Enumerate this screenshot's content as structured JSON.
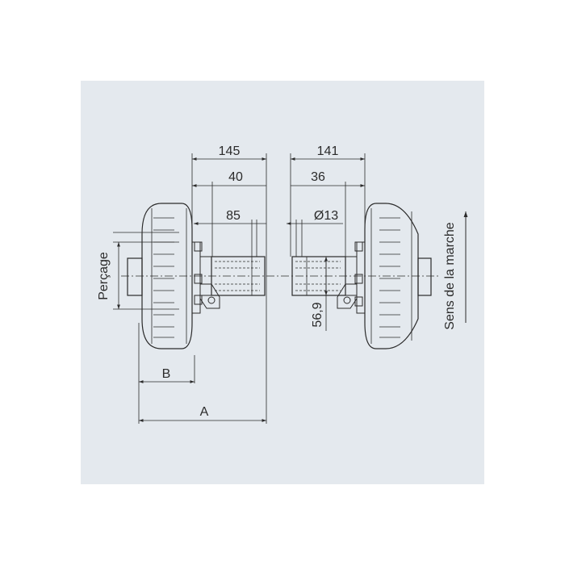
{
  "colors": {
    "panel": "#e4e9ee",
    "ink": "#2b2b2b",
    "drum": "#ffffff",
    "axle": "#ffffff"
  },
  "dimensions": {
    "d145": "145",
    "d40": "40",
    "d85": "85",
    "d141": "141",
    "d36": "36",
    "d13": "Ø13",
    "d569": "56,9",
    "dB": "B",
    "dA": "A"
  },
  "labels": {
    "percage": "Perçage",
    "sens": "Sens de la marche"
  }
}
